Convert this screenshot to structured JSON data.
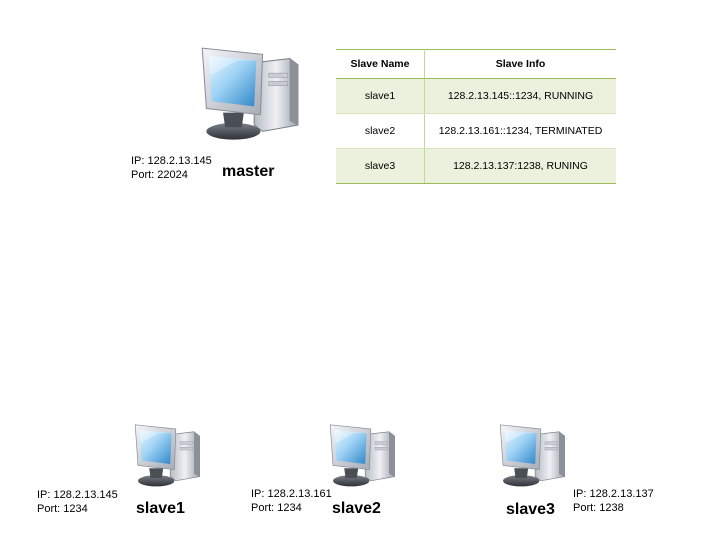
{
  "master": {
    "label": "master",
    "ip_line": "IP: 128.2.13.145",
    "port_line": "Port: 22024"
  },
  "slaves": [
    {
      "label": "slave1",
      "ip_line": "IP: 128.2.13.145",
      "port_line": "Port: 1234"
    },
    {
      "label": "slave2",
      "ip_line": "IP: 128.2.13.161",
      "port_line": "Port: 1234"
    },
    {
      "label": "slave3",
      "ip_line": "IP: 128.2.13.137",
      "port_line": "Port: 1238"
    }
  ],
  "table": {
    "headers": [
      "Slave Name",
      "Slave Info"
    ],
    "rows": [
      [
        "slave1",
        "128.2.13.145::1234, RUNNING"
      ],
      [
        "slave2",
        "128.2.13.161::1234, TERMINATED"
      ],
      [
        "slave3",
        "128.2.13.137:1238, RUNING"
      ]
    ],
    "colors": {
      "accent_border": "#9bbb59",
      "band_fill": "#ebf1dd"
    }
  },
  "icons": {
    "computer": "desktop-computer-icon"
  }
}
